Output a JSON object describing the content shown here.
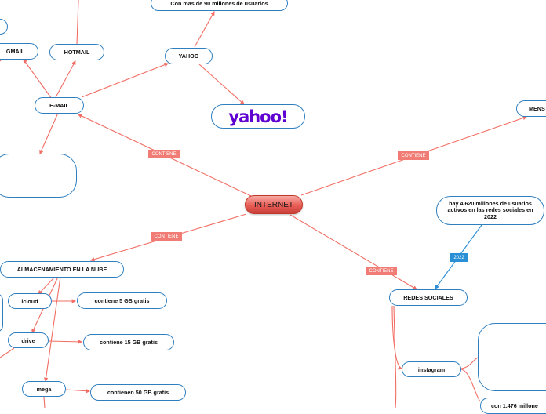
{
  "central": "INTERNET",
  "relations": {
    "contiene_1": "CONTIENE",
    "contiene_2": "CONTIENE",
    "contiene_3": "CONTIENE",
    "contiene_4": "CONTIENE",
    "year": "2022"
  },
  "email": {
    "title": "E-MAIL",
    "gmail": "GMAIL",
    "hotmail": "HOTMAIL",
    "yahoo": "YAHOO",
    "yahoo_users": "Con mas de 90 millones de usuarios",
    "yahoo_logo": "yahoo!"
  },
  "mensajeria": {
    "title": "MENS"
  },
  "storage": {
    "title": "ALMACENAMIENTO EN LA NUBE",
    "icloud": "icloud",
    "icloud_detail": "contiene 5 GB gratis",
    "drive": "drive",
    "drive_detail": "contiene 15 GB gratis",
    "mega": "mega",
    "mega_detail": "contienen 50 GB gratis"
  },
  "social": {
    "title": "REDES SOCIALES",
    "stat": "hay 4.620 millones de usuarios activos en las redes sociales en 2022",
    "instagram": "instagram",
    "instagram_detail": "con 1.476 millone"
  },
  "colors": {
    "connector": "#f26d63",
    "node_border": "#2f7fbf",
    "tag": "#f07c75",
    "year_tag": "#2b8fd6",
    "yahoo_purple": "#5f01d1",
    "outlook_blue": "#0f6cbd"
  },
  "icons": [
    "outlook-logo-icon",
    "yahoo-logo-icon",
    "instagram-logo-icon"
  ]
}
